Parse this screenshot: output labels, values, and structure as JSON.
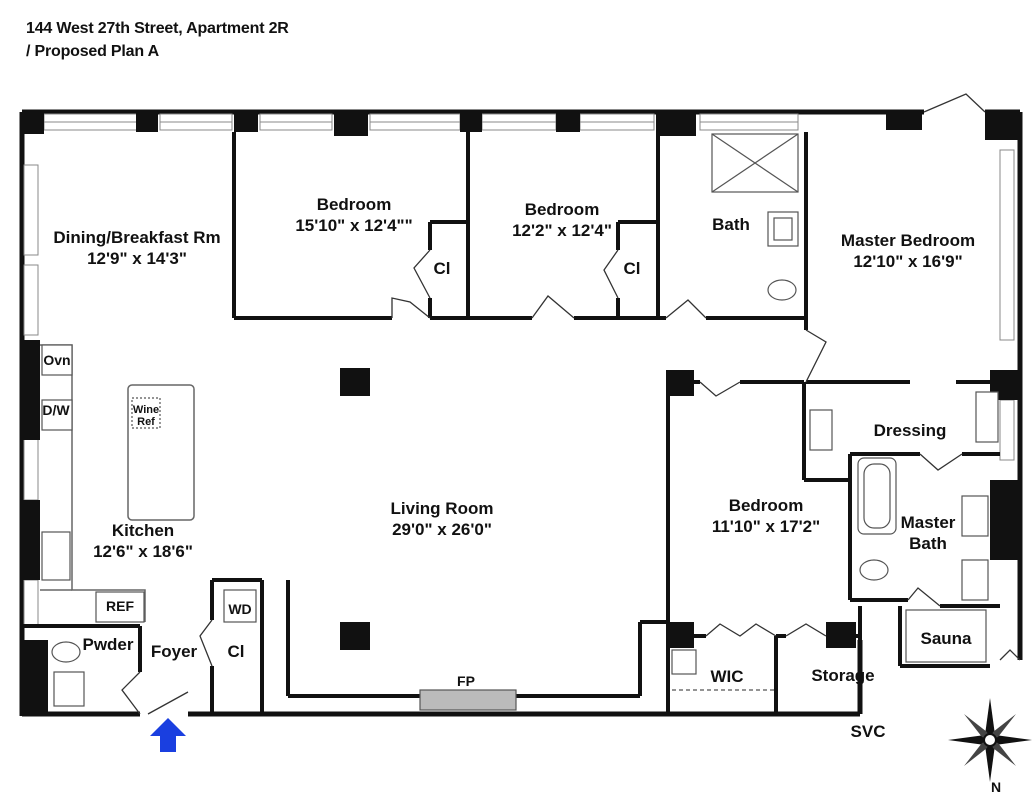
{
  "title": {
    "line1": "144 West 27th Street, Apartment 2R",
    "line2": "/ Proposed Plan A"
  },
  "rooms": {
    "dining": {
      "name": "Dining/Breakfast Rm",
      "size": "12'9\" x 14'3\""
    },
    "bedroom1": {
      "name": "Bedroom",
      "size": "15'10\" x 12'4\"\""
    },
    "bedroom2": {
      "name": "Bedroom",
      "size": "12'2\" x 12'4\""
    },
    "bath": {
      "name": "Bath"
    },
    "master_bedroom": {
      "name": "Master Bedroom",
      "size": "12'10\" x 16'9\""
    },
    "living": {
      "name": "Living Room",
      "size": "29'0\" x 26'0\""
    },
    "bedroom3": {
      "name": "Bedroom",
      "size": "11'10\" x 17'2\""
    },
    "kitchen": {
      "name": "Kitchen",
      "size": "12'6\" x 18'6\""
    },
    "dressing": {
      "name": "Dressing"
    },
    "master_bath": {
      "line1": "Master",
      "line2": "Bath"
    },
    "sauna": {
      "name": "Sauna"
    },
    "storage": {
      "name": "Storage"
    },
    "wic": {
      "name": "WIC"
    },
    "powder": {
      "name": "Pwder"
    },
    "foyer": {
      "name": "Foyer"
    },
    "closet1": {
      "name": "Cl"
    },
    "closet2": {
      "name": "Cl"
    },
    "closet3": {
      "name": "Cl"
    }
  },
  "fixtures": {
    "oven": "Ovn",
    "dishwasher": "D/W",
    "wine_line1": "Wine",
    "wine_line2": "Ref",
    "ref": "REF",
    "washer_dryer": "WD",
    "fireplace": "FP",
    "service": "SVC"
  },
  "compass": {
    "north": "N"
  },
  "colors": {
    "walls": "#111111",
    "entry_arrow": "#1a3fe0",
    "fixture": "#888888"
  }
}
